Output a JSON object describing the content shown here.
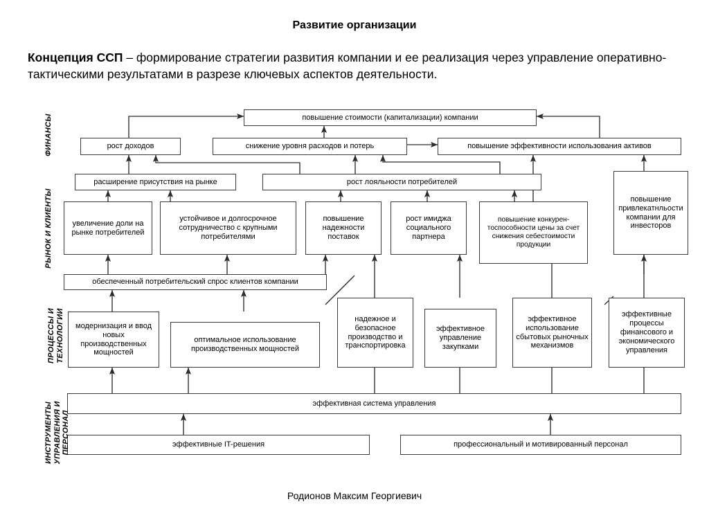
{
  "slide": {
    "title": "Развитие организации",
    "lead_strong": "Концепция ССП",
    "lead_rest": " – формирование стратегии развития компании и ее реализация через управление оперативно-тактическими результатами в разрезе ключевых аспектов деятельности.",
    "author": "Родионов Максим Георгиевич"
  },
  "perspectives": [
    {
      "id": "finance",
      "label": "ФИНАНСЫ"
    },
    {
      "id": "market",
      "label": "РЫНОК И КЛИЕНТЫ"
    },
    {
      "id": "process",
      "label": "ПРОЦЕССЫ И\nТЕХНОЛОГИИ"
    },
    {
      "id": "tools",
      "label": "ИНСТРУМЕНТЫ\nУПРАВЛЕНИЯ И\nПЕРСОНАЛ"
    }
  ],
  "nodes": {
    "capitalization": "повышение стоимости (капитализации) компании",
    "revenue_growth": "рост доходов",
    "cost_reduction": "снижение уровня расходов и потерь",
    "asset_efficiency": "повышение эффективности использования активов",
    "market_presence": "расширение присутствия на рынке",
    "customer_loyalty": "рост лояльности потребителей",
    "market_share": "увеличение доли на рынке потребителей",
    "long_term_cooperation": "устойчивое и долгосрочное сотрудничество с крупными потребителями",
    "supply_reliability": "повышение надежности поставок",
    "social_image": "рост имиджа социального партнера",
    "price_competitiveness": "повышение конкурен-тоспособности цены за счет снижения себестоимости продукции",
    "investor_attractiveness": "повышение привлекатнльости компании для инвесторов",
    "customer_demand": "обеспеченный потребительский спрос клиентов компании",
    "modernization": "модернизация и ввод новых производственных мощностей",
    "optimal_capacity": "оптимальное использование производственных мощностей",
    "safe_production": "надежное и безопасное производство и транспортировка",
    "procurement": "эффективное управление закупками",
    "sales_mechanisms": "эффективное использование сбытовых рыночных механизмов",
    "finance_processes": "эффективные процессы финансового и экономического управления",
    "management_system": "эффективная система управления",
    "it_solutions": "эффективные IT-решения",
    "personnel": "профессиональный и мотивированный персонал"
  },
  "colors": {
    "line": "#3a3a3a",
    "background": "#ffffff",
    "text": "#000000"
  }
}
